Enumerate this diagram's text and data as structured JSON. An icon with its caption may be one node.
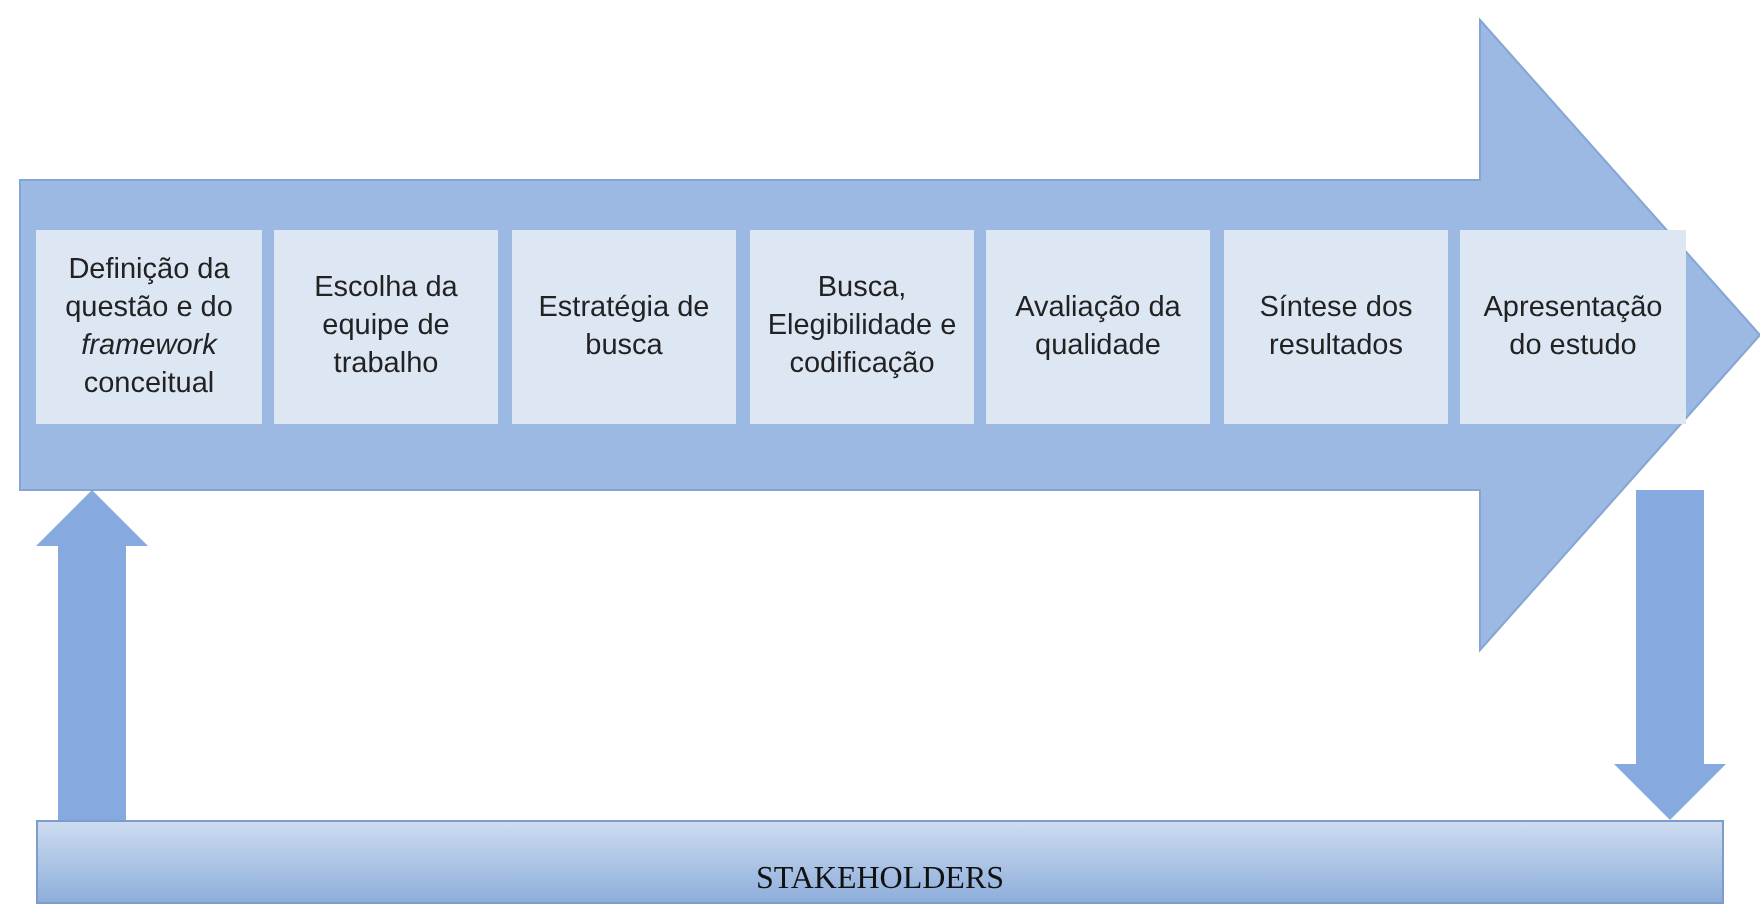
{
  "diagram": {
    "nodes": [
      {
        "text": [],
        "shape": "arrow"
      },
      {
        "text": [
          "Definição da questão e do *framework* conceitual"
        ],
        "in": 0
      },
      {
        "text": [
          "Escolha da equipe de trabalho"
        ],
        "in": 0
      },
      {
        "text": [
          "Estratégia de busca"
        ],
        "in": 0
      },
      {
        "text": [
          "Busca, Elegibilidade e codificação"
        ],
        "in": 0
      },
      {
        "text": [
          "Avaliação da qualidade"
        ],
        "in": 0
      },
      {
        "text": [
          "Síntese dos resultados"
        ],
        "in": 0
      },
      {
        "text": [
          "Apresentação do estudo"
        ],
        "in": 0
      },
      {
        "text": [
          "STAKEHOLDERS"
        ]
      }
    ],
    "edges": [
      {
        "from": 8,
        "to": 0,
        "arrow": "to"
      },
      {
        "from": 0,
        "to": 8,
        "arrow": "to"
      }
    ]
  }
}
